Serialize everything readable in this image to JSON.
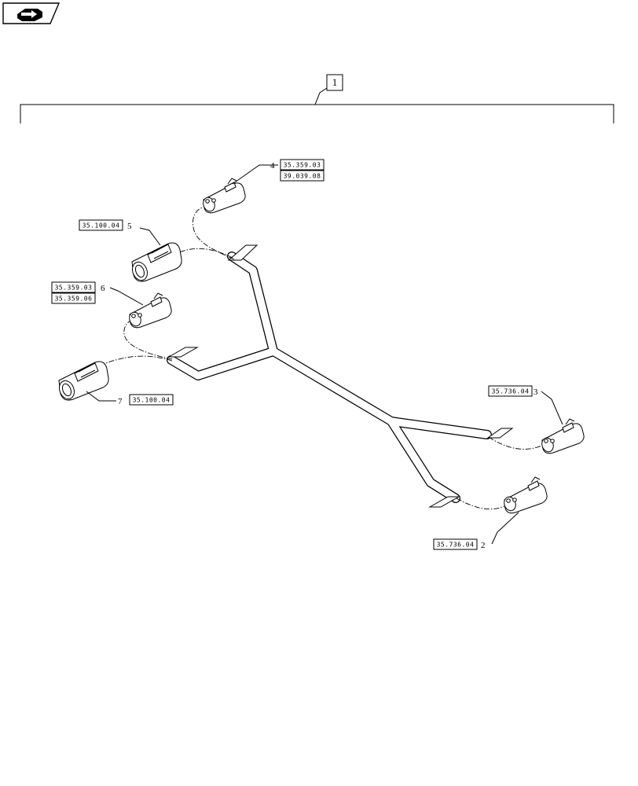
{
  "nav": {
    "icon": "next-page-arrow-icon"
  },
  "assembly": {
    "item_number": "1"
  },
  "items": [
    {
      "number": "2",
      "refs": [
        "35.736.04"
      ]
    },
    {
      "number": "3",
      "refs": [
        "35.736.04"
      ]
    },
    {
      "number": "4",
      "refs": [
        "35.359.03",
        "39.039.08"
      ]
    },
    {
      "number": "5",
      "refs": [
        "35.100.04"
      ]
    },
    {
      "number": "6",
      "refs": [
        "35.359.03",
        "35.359.06"
      ]
    },
    {
      "number": "7",
      "refs": [
        "35.100.04"
      ]
    }
  ],
  "colors": {
    "line": "#000000",
    "background": "#ffffff"
  }
}
